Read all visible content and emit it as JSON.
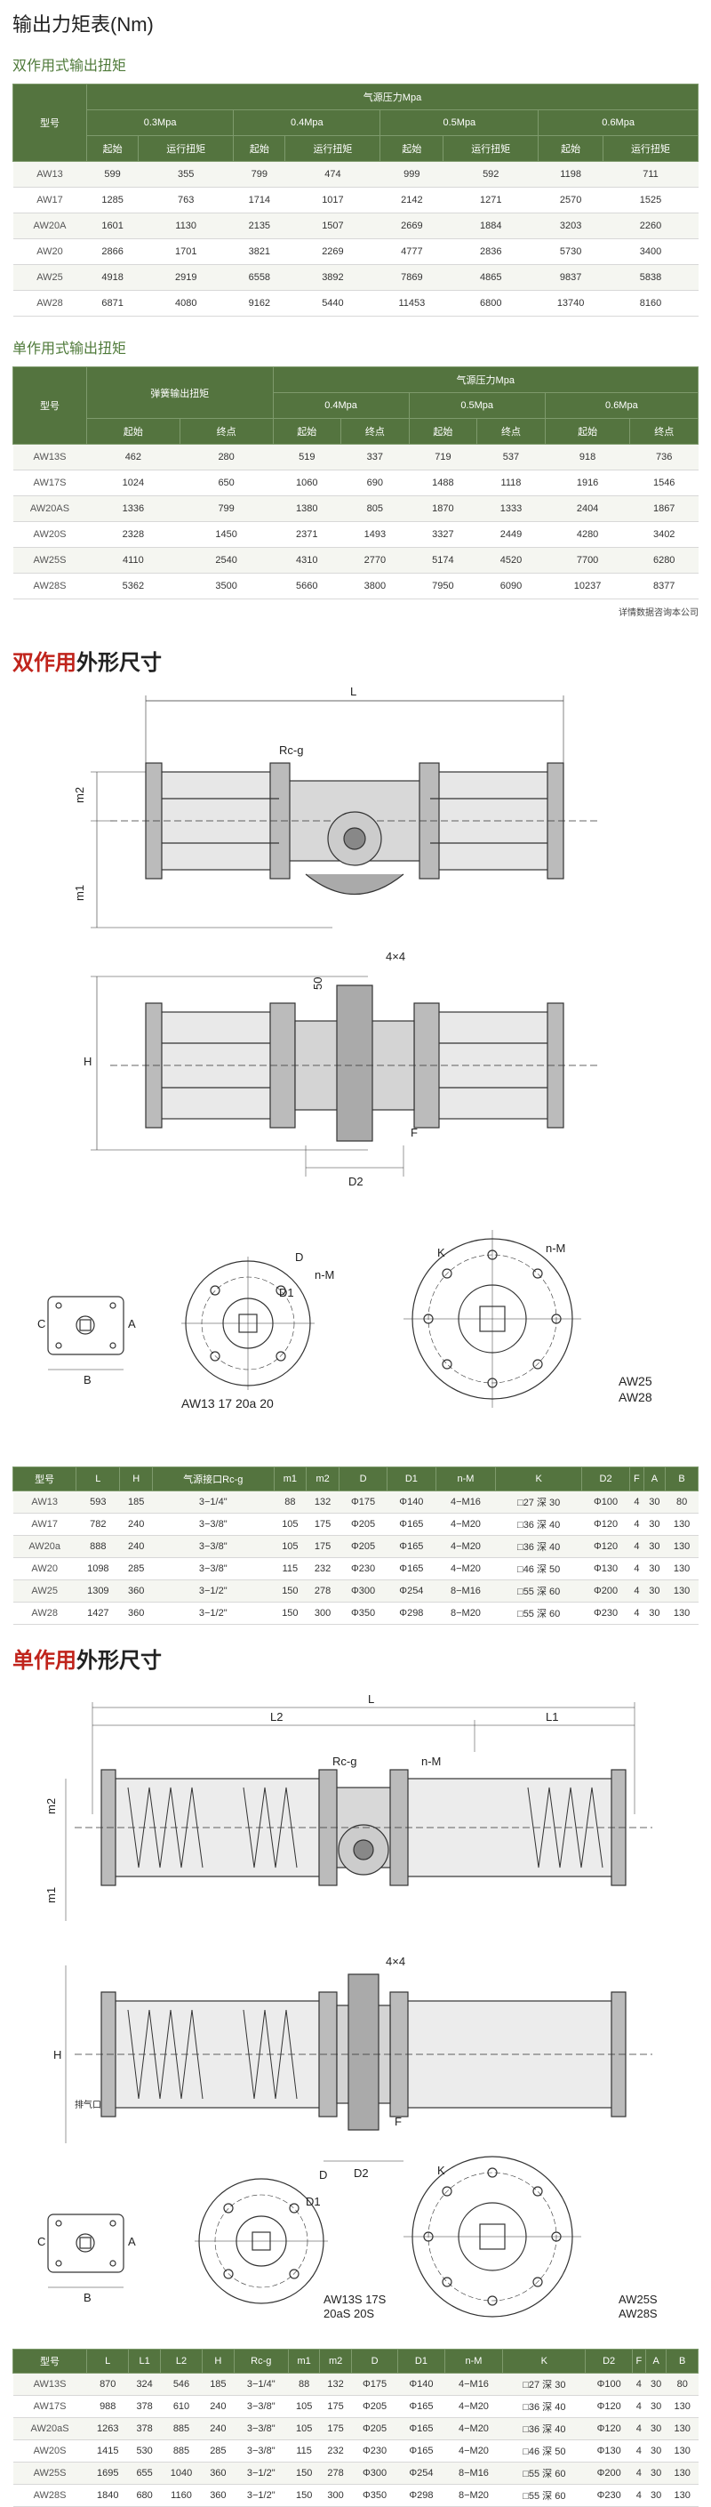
{
  "page_title": "输出力矩表(Nm)",
  "double_torque": {
    "title": "双作用式输出扭矩",
    "model_label": "型号",
    "pressure_label": "气源压力Mpa",
    "pressures": [
      "0.3Mpa",
      "0.4Mpa",
      "0.5Mpa",
      "0.6Mpa"
    ],
    "sub_labels": [
      "起始",
      "运行扭矩"
    ],
    "rows": [
      [
        "AW13",
        "599",
        "355",
        "799",
        "474",
        "999",
        "592",
        "1198",
        "711"
      ],
      [
        "AW17",
        "1285",
        "763",
        "1714",
        "1017",
        "2142",
        "1271",
        "2570",
        "1525"
      ],
      [
        "AW20A",
        "1601",
        "1130",
        "2135",
        "1507",
        "2669",
        "1884",
        "3203",
        "2260"
      ],
      [
        "AW20",
        "2866",
        "1701",
        "3821",
        "2269",
        "4777",
        "2836",
        "5730",
        "3400"
      ],
      [
        "AW25",
        "4918",
        "2919",
        "6558",
        "3892",
        "7869",
        "4865",
        "9837",
        "5838"
      ],
      [
        "AW28",
        "6871",
        "4080",
        "9162",
        "5440",
        "11453",
        "6800",
        "13740",
        "8160"
      ]
    ]
  },
  "single_torque": {
    "title": "单作用式输出扭矩",
    "model_label": "型号",
    "spring_label": "弹簧输出扭矩",
    "pressure_label": "气源压力Mpa",
    "pressures": [
      "0.4Mpa",
      "0.5Mpa",
      "0.6Mpa"
    ],
    "sub_labels": [
      "起始",
      "终点"
    ],
    "rows": [
      [
        "AW13S",
        "462",
        "280",
        "519",
        "337",
        "719",
        "537",
        "918",
        "736"
      ],
      [
        "AW17S",
        "1024",
        "650",
        "1060",
        "690",
        "1488",
        "1118",
        "1916",
        "1546"
      ],
      [
        "AW20AS",
        "1336",
        "799",
        "1380",
        "805",
        "1870",
        "1333",
        "2404",
        "1867"
      ],
      [
        "AW20S",
        "2328",
        "1450",
        "2371",
        "1493",
        "3327",
        "2449",
        "4280",
        "3402"
      ],
      [
        "AW25S",
        "4110",
        "2540",
        "4310",
        "2770",
        "5174",
        "4520",
        "7700",
        "6280"
      ],
      [
        "AW28S",
        "5362",
        "3500",
        "5660",
        "3800",
        "7950",
        "6090",
        "10237",
        "8377"
      ]
    ],
    "note": "详情数据咨询本公司"
  },
  "double_dims": {
    "title_red": "双作用",
    "title_black": "外形尺寸",
    "drawing_labels": {
      "L": "L",
      "rcg": "Rc-g",
      "m2": "m2",
      "m1": "m1",
      "H": "H",
      "D2": "D2",
      "F": "F",
      "dim50": "50",
      "dim4x4": "4×4",
      "K": "K",
      "D": "D",
      "D1": "D1",
      "nM": "n-M",
      "A": "A",
      "B": "B",
      "C": "C",
      "caption_left": "AW13 17 20a 20",
      "caption_right1": "AW25",
      "caption_right2": "AW28"
    },
    "headers": [
      "型号",
      "L",
      "H",
      "气源接口Rc-g",
      "m1",
      "m2",
      "D",
      "D1",
      "n-M",
      "K",
      "D2",
      "F",
      "A",
      "B"
    ],
    "rows": [
      [
        "AW13",
        "593",
        "185",
        "3−1/4\"",
        "88",
        "132",
        "Φ175",
        "Φ140",
        "4−M16",
        "□27 深 30",
        "Φ100",
        "4",
        "30",
        "80"
      ],
      [
        "AW17",
        "782",
        "240",
        "3−3/8\"",
        "105",
        "175",
        "Φ205",
        "Φ165",
        "4−M20",
        "□36 深 40",
        "Φ120",
        "4",
        "30",
        "130"
      ],
      [
        "AW20a",
        "888",
        "240",
        "3−3/8\"",
        "105",
        "175",
        "Φ205",
        "Φ165",
        "4−M20",
        "□36 深 40",
        "Φ120",
        "4",
        "30",
        "130"
      ],
      [
        "AW20",
        "1098",
        "285",
        "3−3/8\"",
        "115",
        "232",
        "Φ230",
        "Φ165",
        "4−M20",
        "□46 深 50",
        "Φ130",
        "4",
        "30",
        "130"
      ],
      [
        "AW25",
        "1309",
        "360",
        "3−1/2\"",
        "150",
        "278",
        "Φ300",
        "Φ254",
        "8−M16",
        "□55 深 60",
        "Φ200",
        "4",
        "30",
        "130"
      ],
      [
        "AW28",
        "1427",
        "360",
        "3−1/2\"",
        "150",
        "300",
        "Φ350",
        "Φ298",
        "8−M20",
        "□55 深 60",
        "Φ230",
        "4",
        "30",
        "130"
      ]
    ]
  },
  "single_dims": {
    "title_red": "单作用",
    "title_black": "外形尺寸",
    "drawing_labels": {
      "L": "L",
      "L1": "L1",
      "L2": "L2",
      "rcg": "Rc-g",
      "nM": "n-M",
      "m2": "m2",
      "m1": "m1",
      "H": "H",
      "D2": "D2",
      "F": "F",
      "dim4x4": "4×4",
      "exhaust": "排气口",
      "K": "K",
      "D": "D",
      "D1": "D1",
      "A": "A",
      "B": "B",
      "C": "C",
      "caption_left1": "AW13S 17S",
      "caption_left2": "20aS 20S",
      "caption_right1": "AW25S",
      "caption_right2": "AW28S"
    },
    "headers": [
      "型号",
      "L",
      "L1",
      "L2",
      "H",
      "Rc-g",
      "m1",
      "m2",
      "D",
      "D1",
      "n-M",
      "K",
      "D2",
      "F",
      "A",
      "B"
    ],
    "rows": [
      [
        "AW13S",
        "870",
        "324",
        "546",
        "185",
        "3−1/4\"",
        "88",
        "132",
        "Φ175",
        "Φ140",
        "4−M16",
        "□27 深 30",
        "Φ100",
        "4",
        "30",
        "80"
      ],
      [
        "AW17S",
        "988",
        "378",
        "610",
        "240",
        "3−3/8\"",
        "105",
        "175",
        "Φ205",
        "Φ165",
        "4−M20",
        "□36 深 40",
        "Φ120",
        "4",
        "30",
        "130"
      ],
      [
        "AW20aS",
        "1263",
        "378",
        "885",
        "240",
        "3−3/8\"",
        "105",
        "175",
        "Φ205",
        "Φ165",
        "4−M20",
        "□36 深 40",
        "Φ120",
        "4",
        "30",
        "130"
      ],
      [
        "AW20S",
        "1415",
        "530",
        "885",
        "285",
        "3−3/8\"",
        "115",
        "232",
        "Φ230",
        "Φ165",
        "4−M20",
        "□46 深 50",
        "Φ130",
        "4",
        "30",
        "130"
      ],
      [
        "AW25S",
        "1695",
        "655",
        "1040",
        "360",
        "3−1/2\"",
        "150",
        "278",
        "Φ300",
        "Φ254",
        "8−M16",
        "□55 深 60",
        "Φ200",
        "4",
        "30",
        "130"
      ],
      [
        "AW28S",
        "1840",
        "680",
        "1160",
        "360",
        "3−1/2\"",
        "150",
        "300",
        "Φ350",
        "Φ298",
        "8−M20",
        "□55 深 60",
        "Φ230",
        "4",
        "30",
        "130"
      ]
    ]
  }
}
